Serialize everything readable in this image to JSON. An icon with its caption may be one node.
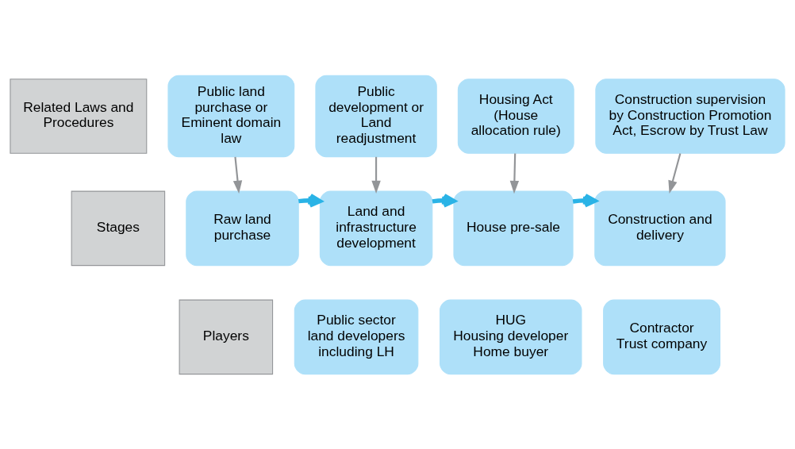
{
  "diagram": {
    "nodes": [
      {
        "text": [
          "Related Laws and Procedures"
        ]
      },
      {
        "text": [
          "Public land purchase or Eminent domain law"
        ]
      },
      {
        "text": [
          "Public development or Land readjustment"
        ]
      },
      {
        "text": [
          "Housing Act (House allocation rule)"
        ]
      },
      {
        "text": [
          "Construction supervision by Construction Promotion Act, Escrow by Trust Law"
        ]
      },
      {
        "text": [
          "Stages"
        ]
      },
      {
        "text": [
          "Raw land purchase"
        ]
      },
      {
        "text": [
          "Land and infrastructure development"
        ]
      },
      {
        "text": [
          "House pre-sale"
        ]
      },
      {
        "text": [
          "Construction and delivery"
        ]
      },
      {
        "text": [
          "Players"
        ]
      },
      {
        "text": [
          "Public sector land developers including LH"
        ]
      },
      {
        "text": [
          "HUG",
          "Housing developer",
          "Home buyer"
        ]
      },
      {
        "text": [
          "Contractor",
          "Trust company"
        ]
      }
    ],
    "edges": [
      {
        "from": 1,
        "to": 6,
        "arrow": "to"
      },
      {
        "from": 2,
        "to": 7,
        "arrow": "to"
      },
      {
        "from": 3,
        "to": 8,
        "arrow": "to"
      },
      {
        "from": 4,
        "to": 9,
        "arrow": "to"
      },
      {
        "from": 6,
        "to": 7,
        "arrow": "to",
        "style": "thick",
        "color": "#2ab3e6"
      },
      {
        "from": 7,
        "to": 8,
        "arrow": "to",
        "style": "thick",
        "color": "#2ab3e6"
      },
      {
        "from": 8,
        "to": 9,
        "arrow": "to",
        "style": "thick",
        "color": "#2ab3e6"
      }
    ]
  }
}
